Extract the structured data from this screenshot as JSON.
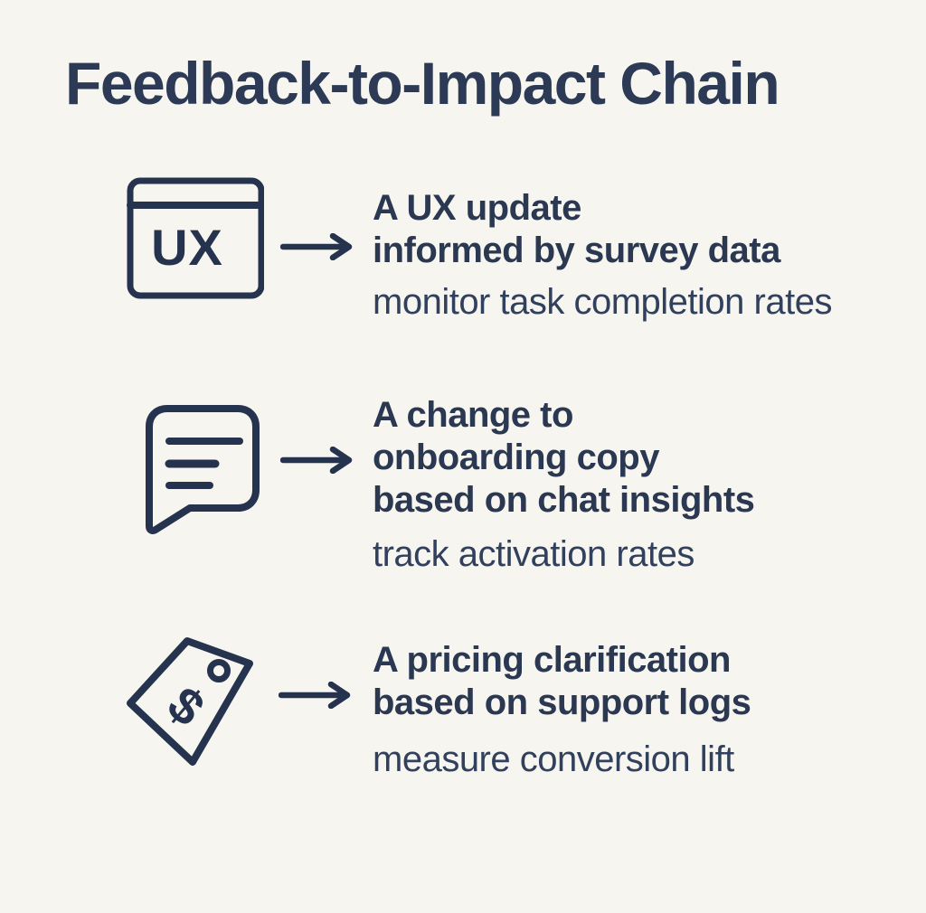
{
  "title": "Feedback-to-Impact Chain",
  "colors": {
    "background": "#f7f5ef",
    "heading": "#2c3a55",
    "body_text": "#2b3852",
    "metric_text": "#31405c",
    "icon_stroke": "#25334e"
  },
  "rows": [
    {
      "icon": "browser-window-ux-icon",
      "icon_text": "UX",
      "main": "A UX update\ninformed by survey data",
      "metric": "monitor task completion rates"
    },
    {
      "icon": "chat-bubble-icon",
      "main": "A change to\nonboarding copy\nbased on chat insights",
      "metric": "track activation rates"
    },
    {
      "icon": "price-tag-icon",
      "icon_text": "$",
      "main": "A pricing clarification\nbased on support logs",
      "metric": "measure conversion lift"
    }
  ]
}
